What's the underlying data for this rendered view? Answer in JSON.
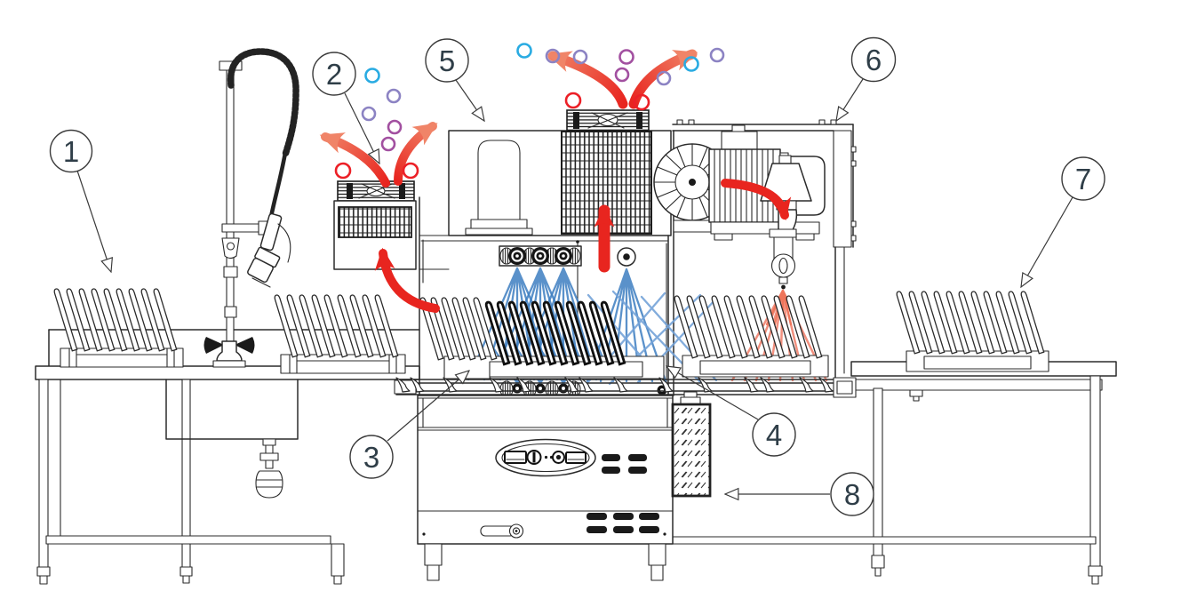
{
  "diagram": {
    "callouts": [
      {
        "number": "1"
      },
      {
        "number": "2"
      },
      {
        "number": "3"
      },
      {
        "number": "4"
      },
      {
        "number": "5"
      },
      {
        "number": "6"
      },
      {
        "number": "7"
      },
      {
        "number": "8"
      }
    ]
  },
  "colors": {
    "line": "#2b2b2b",
    "soft": "#3a3a3a",
    "callout_text": "#2f3e48",
    "red": "#e8251f",
    "red_light": "#f08468",
    "blue_spray": "#3d7ec1",
    "blue_spray_light": "#74a3d8",
    "pink_spray": "#f2907e",
    "pink_spray_dark": "#ed7257",
    "bubble_cyan": "#29abe2",
    "bubble_lavender": "#8c83c3",
    "bubble_purple": "#a250a0",
    "bubble_red": "#ec2027",
    "dark_fill": "#1a1a1a",
    "bg": "#ffffff"
  }
}
